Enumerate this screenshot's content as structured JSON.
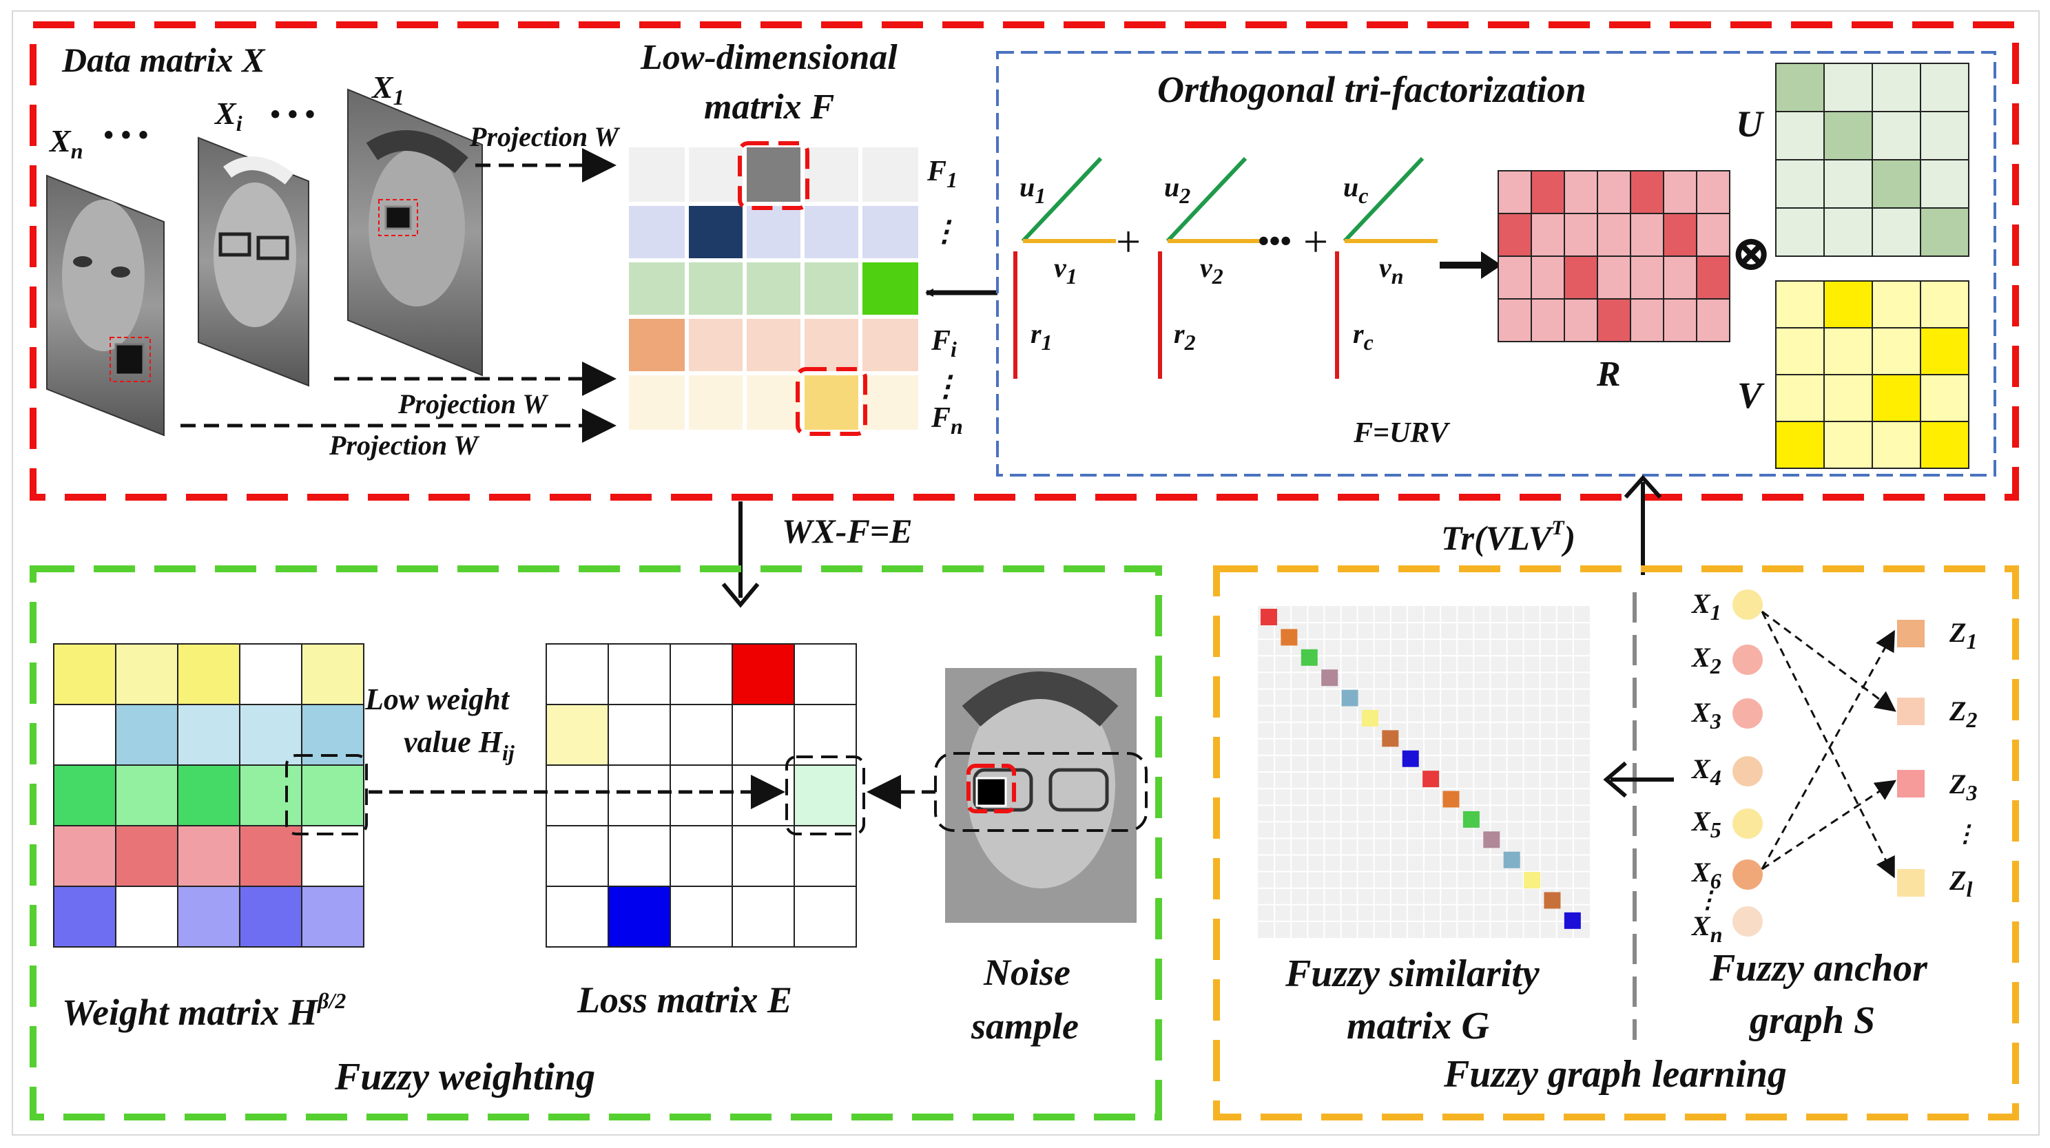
{
  "top_panel": {
    "data_matrix_label": "Data matrix X",
    "x_n_label": "X",
    "x_n_sub": "n",
    "x_i_label": "X",
    "x_i_sub": "i",
    "x_1_label": "X",
    "x_1_sub": "1",
    "dots": "• • •",
    "projection_label": "Projection W",
    "low_dim_title_1": "Low-dimensional",
    "low_dim_title_2": "matrix F",
    "f_1": "F",
    "f_1_sub": "1",
    "f_i": "F",
    "f_i_sub": "i",
    "f_n": "F",
    "f_n_sub": "n",
    "vdots": "⋮",
    "ortho_title": "Orthogonal tri-factorization",
    "u_labels": [
      {
        "base": "u",
        "sub": "1"
      },
      {
        "base": "u",
        "sub": "2"
      },
      {
        "base": "u",
        "sub": "c"
      }
    ],
    "v_labels": [
      {
        "base": "v",
        "sub": "1"
      },
      {
        "base": "v",
        "sub": "2"
      },
      {
        "base": "v",
        "sub": "n"
      }
    ],
    "r_labels": [
      {
        "base": "r",
        "sub": "1"
      },
      {
        "base": "r",
        "sub": "2"
      },
      {
        "base": "r",
        "sub": "c"
      }
    ],
    "plus": "+",
    "ellipsis": "•••",
    "r_matrix_label": "R",
    "u_matrix_label": "U",
    "v_matrix_label": "V",
    "otimes": "⊗",
    "equation": "F=URV"
  },
  "connectors": {
    "wx_label": "WX-F=E",
    "trace_label": "Tr(VLV",
    "trace_sup": "T",
    "trace_close": ")"
  },
  "fuzzy_weighting": {
    "section_title": "Fuzzy weighting",
    "weight_label": "Weight matrix H",
    "weight_sup": "β/2",
    "low_weight_1": "Low weight",
    "low_weight_2": "value H",
    "low_weight_sub": "ij",
    "loss_label": "Loss matrix E",
    "noise_label_1": "Noise",
    "noise_label_2": "sample"
  },
  "fuzzy_graph": {
    "section_title": "Fuzzy graph learning",
    "similarity_label_1": "Fuzzy similarity",
    "similarity_label_2": "matrix G",
    "anchor_label_1": "Fuzzy anchor",
    "anchor_label_2": "graph S",
    "x_nodes": [
      {
        "base": "X",
        "sub": "1"
      },
      {
        "base": "X",
        "sub": "2"
      },
      {
        "base": "X",
        "sub": "3"
      },
      {
        "base": "X",
        "sub": "4"
      },
      {
        "base": "X",
        "sub": "5"
      },
      {
        "base": "X",
        "sub": "6"
      },
      {
        "base": "X",
        "sub": "n"
      }
    ],
    "z_nodes": [
      {
        "base": "Z",
        "sub": "1"
      },
      {
        "base": "Z",
        "sub": "2"
      },
      {
        "base": "Z",
        "sub": "3"
      },
      {
        "base": "Z",
        "sub": "l"
      }
    ]
  },
  "colors": {
    "red_dash": "#ee1111",
    "blue_dash": "#4a72c0",
    "green_dash": "#55d030",
    "orange_dash": "#f5b324",
    "u_line": "#1f9a4a",
    "v_line": "#f0b020",
    "r_line": "#dd1a1a"
  }
}
